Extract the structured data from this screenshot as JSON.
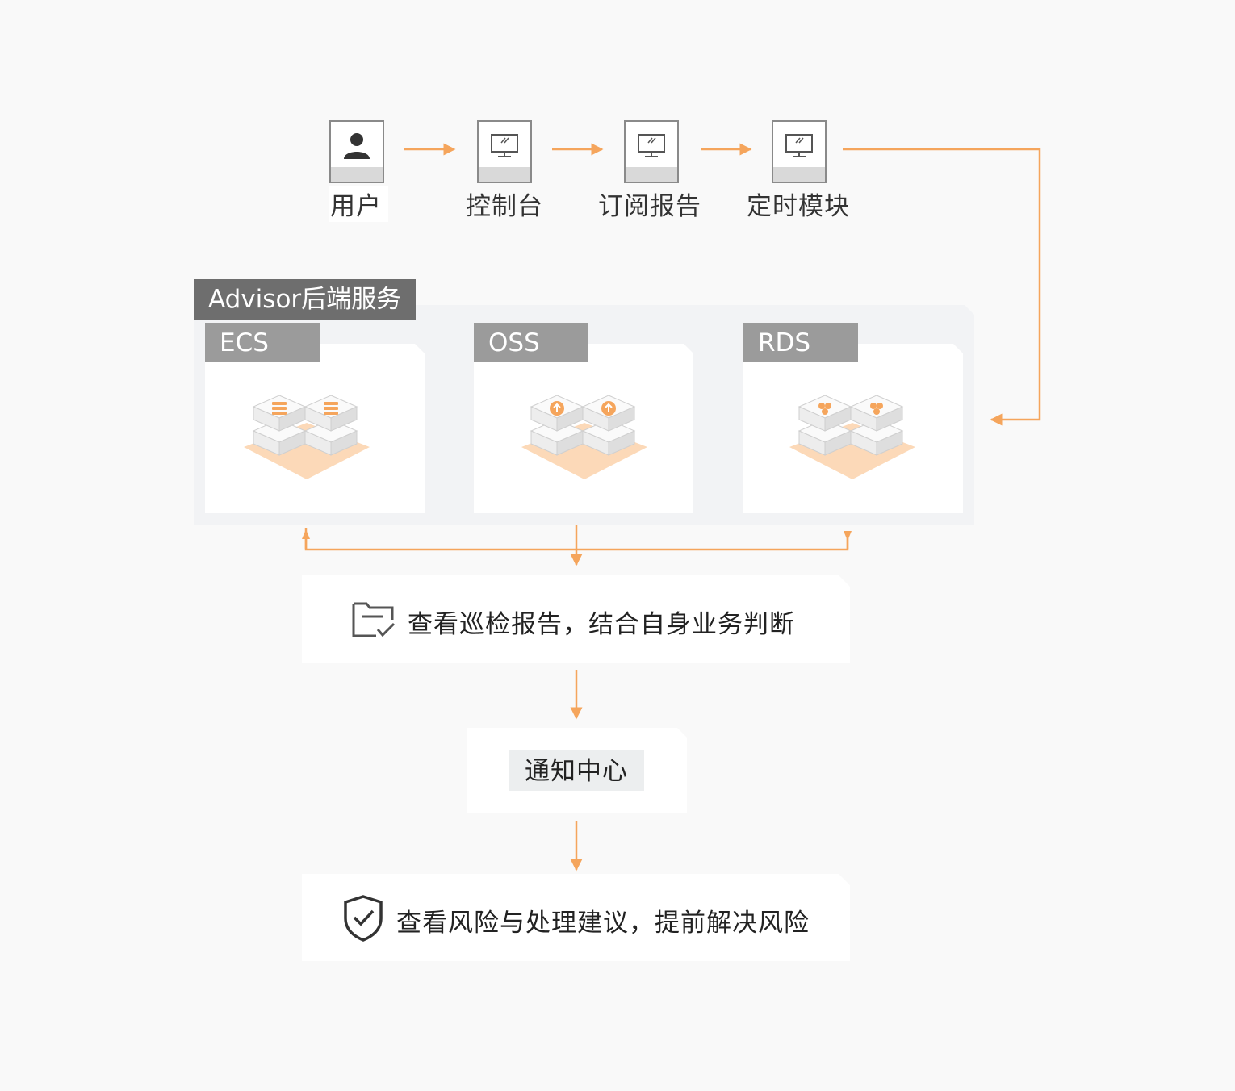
{
  "flow": {
    "steps": [
      {
        "label": "用户",
        "icon": "user-icon"
      },
      {
        "label": "控制台",
        "icon": "monitor-icon"
      },
      {
        "label": "订阅报告",
        "icon": "monitor-icon"
      },
      {
        "label": "定时模块",
        "icon": "monitor-icon"
      }
    ]
  },
  "advisor": {
    "title": "Advisor后端服务",
    "services": [
      {
        "label": "ECS",
        "icon": "server-stack-icon"
      },
      {
        "label": "OSS",
        "icon": "storage-stack-icon"
      },
      {
        "label": "RDS",
        "icon": "database-stack-icon"
      }
    ]
  },
  "report_box": {
    "text": "查看巡检报告，结合自身业务判断",
    "icon": "folder-check-icon"
  },
  "notification": {
    "text": "通知中心"
  },
  "risk_box": {
    "text": "查看风险与处理建议，提前解决风险",
    "icon": "shield-check-icon"
  },
  "colors": {
    "accent": "#f5a55c",
    "accent_light": "#fcd9b8",
    "tab_gray": "#9b9b9b",
    "title_gray": "#6e6e6e"
  }
}
